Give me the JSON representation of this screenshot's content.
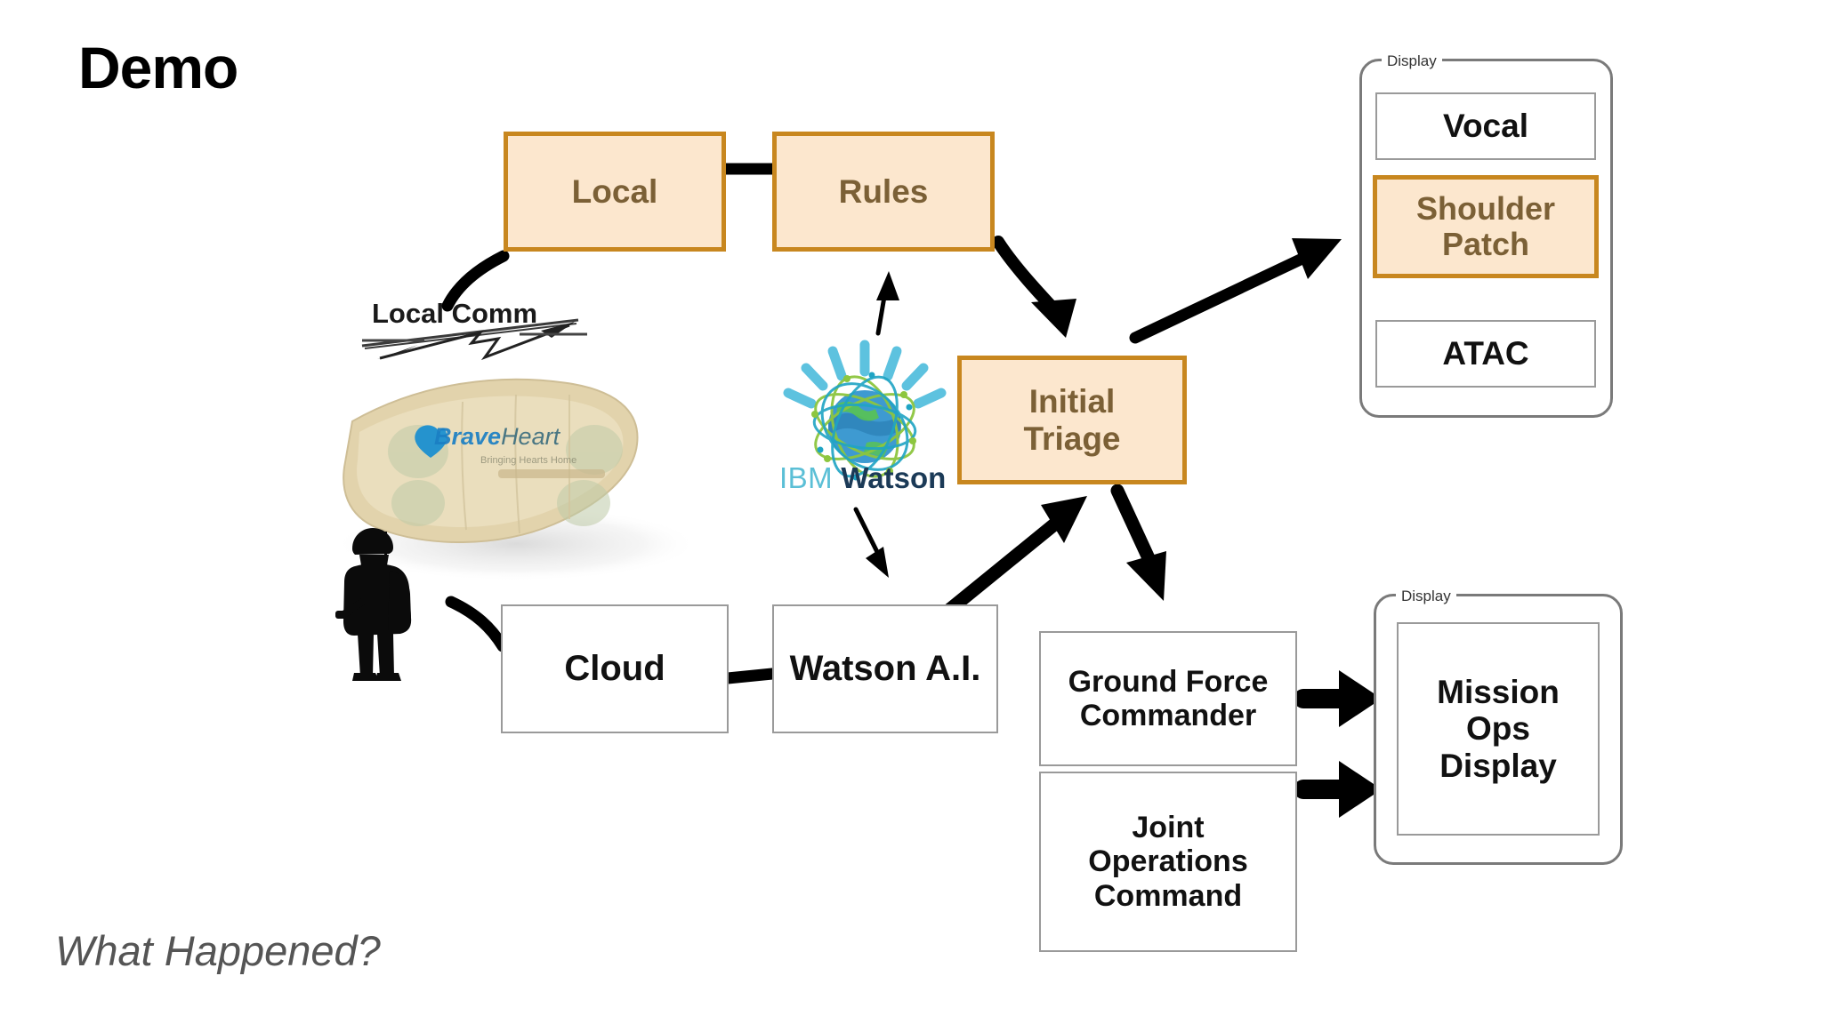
{
  "slide": {
    "title": "Demo",
    "footer_question": "What Happened?",
    "background_color": "#FFFFFF"
  },
  "theme": {
    "accent_fill": "#FCE7CE",
    "accent_border": "#C8871F",
    "accent_text": "#7B6036",
    "plain_border": "#9A9A9A",
    "plain_text": "#111111",
    "frame_border": "#7A7A7A",
    "footer_text": "#555555",
    "arrow_color": "#000000"
  },
  "diagram": {
    "nodes": [
      {
        "id": "local",
        "label": "Local",
        "style": "accent"
      },
      {
        "id": "rules",
        "label": "Rules",
        "style": "accent"
      },
      {
        "id": "initial_triage_line1",
        "label": "Initial",
        "style": "accent"
      },
      {
        "id": "initial_triage_line2",
        "label": "Triage",
        "style": "accent"
      },
      {
        "id": "cloud",
        "label": "Cloud",
        "style": "plain"
      },
      {
        "id": "watson_ai",
        "label": "Watson A.I.",
        "style": "plain"
      },
      {
        "id": "vocal",
        "label": "Vocal",
        "style": "plain"
      },
      {
        "id": "shoulder_patch",
        "label": "Shoulder Patch",
        "style": "accent"
      },
      {
        "id": "atac",
        "label": "ATAC",
        "style": "plain"
      },
      {
        "id": "ground_force_commander",
        "label": "Ground Force Commander",
        "style": "plain"
      },
      {
        "id": "joint_operations_command",
        "label": "Joint Operations Command",
        "style": "plain"
      },
      {
        "id": "mission_ops_display",
        "label": "Mission Ops Display",
        "style": "plain"
      }
    ],
    "initial_triage": {
      "line1": "Initial",
      "line2": "Triage"
    },
    "shoulder_patch": {
      "line1": "Shoulder",
      "line2": "Patch"
    },
    "ground_force_commander": {
      "line1": "Ground Force",
      "line2": "Commander"
    },
    "joint_operations_command": {
      "line1": "Joint",
      "line2": "Operations",
      "line3": "Command"
    },
    "mission_ops_display": {
      "line1": "Mission",
      "line2": "Ops",
      "line3": "Display"
    },
    "groups": [
      {
        "id": "display_top",
        "legend": "Display",
        "members": [
          "Vocal",
          "Shoulder Patch",
          "ATAC"
        ]
      },
      {
        "id": "display_bottom",
        "legend": "Display",
        "members": [
          "Mission Ops Display"
        ]
      }
    ],
    "annotations": {
      "local_comm": "Local Comm"
    },
    "logos": {
      "ibm_watson": {
        "prefix": "IBM",
        "name": "Watson"
      },
      "braveheart": {
        "prefix": "Brave",
        "suffix": "Heart",
        "tagline": "Bringing Hearts Home"
      }
    },
    "images": [
      {
        "id": "wearable-patch",
        "alt": "BraveHeart wearable sensor patch"
      },
      {
        "id": "soldier-silhouette",
        "alt": "Soldier silhouette with pack and rifle"
      }
    ]
  }
}
